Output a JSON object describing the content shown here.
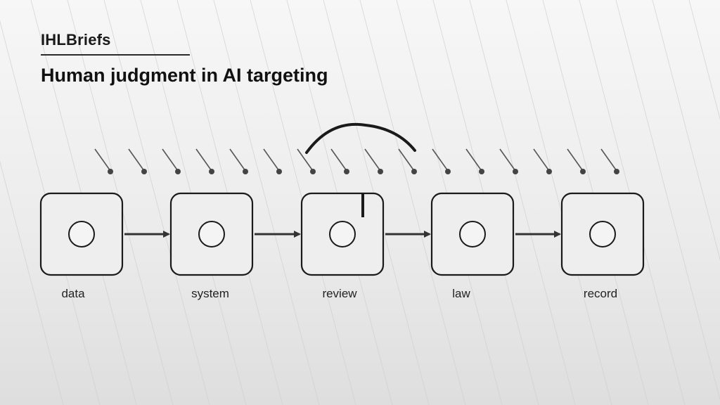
{
  "header": {
    "brand": "IHLBriefs",
    "title": "Human judgment in AI targeting"
  },
  "diagram": {
    "nodes": [
      {
        "id": "data",
        "label": "data"
      },
      {
        "id": "system",
        "label": "system"
      },
      {
        "id": "review",
        "label": "review"
      },
      {
        "id": "law",
        "label": "law"
      },
      {
        "id": "record",
        "label": "record"
      }
    ],
    "edges": [
      {
        "from": "data",
        "to": "system"
      },
      {
        "from": "system",
        "to": "review"
      },
      {
        "from": "review",
        "to": "law"
      },
      {
        "from": "law",
        "to": "record"
      }
    ],
    "highlighted_node": "review"
  },
  "colors": {
    "stroke": "#1a1a1a",
    "node_fill": "#eeeeee",
    "inner_fill": "#f4f4f4",
    "arrow": "#333333",
    "background_line": "#d0d0d0"
  }
}
